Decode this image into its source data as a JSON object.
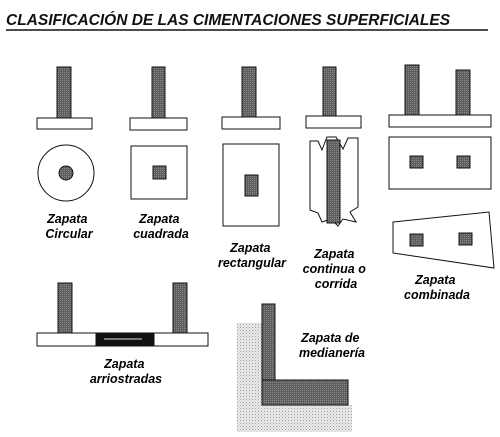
{
  "title": "CLASIFICACIÓN DE LAS CIMENTACIONES SUPERFICIALES",
  "labels": {
    "circular": [
      "Zapata",
      "Circular"
    ],
    "cuadrada": [
      "Zapata",
      "cuadrada"
    ],
    "rectangular": [
      "Zapata",
      "rectangular"
    ],
    "continua": [
      "Zapata",
      "continua o",
      "corrida"
    ],
    "combinada": [
      "Zapata",
      "combinada"
    ],
    "arriostradas": [
      "Zapata",
      "arriostradas"
    ],
    "medianeria": [
      "Zapata de",
      "medianería"
    ]
  },
  "colors": {
    "ink": "#111111",
    "column_fill": "#6e6e6e",
    "soil_fill": "#e3e3e3",
    "beam_fill": "#111111",
    "background": "#ffffff"
  }
}
